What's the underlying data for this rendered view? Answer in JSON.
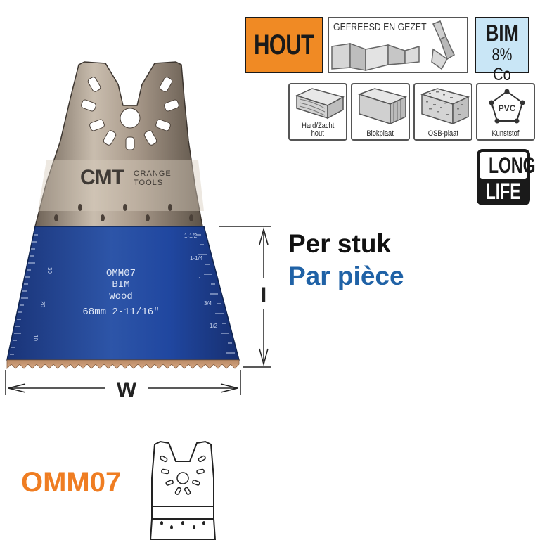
{
  "badges": {
    "material": "HOUT",
    "cut_types": "GEFREESD EN GEZET",
    "bim_line1": "BIM",
    "bim_line2": "8% Co",
    "long_line1": "LONG",
    "long_line2": "LIFE"
  },
  "materials": [
    {
      "label_l1": "Hard/Zacht",
      "label_l2": "hout",
      "icon": "hardwood-icon"
    },
    {
      "label_l1": "Blokplaat",
      "label_l2": "",
      "icon": "blockboard-icon"
    },
    {
      "label_l1": "OSB-plaat",
      "label_l2": "",
      "icon": "osb-board-icon"
    },
    {
      "label_l1": "Kunststof",
      "label_l2": "",
      "icon": "pvc-plastic-icon",
      "icon_text": "PVC"
    }
  ],
  "blade": {
    "brand": "CMT",
    "brand_sub1": "ORANGE",
    "brand_sub2": "TOOLS",
    "etch_line1": "OMM07",
    "etch_line2": "BIM",
    "etch_line3": "Wood",
    "etch_line4": "68mm  2-11/16\"",
    "left_scale": [
      "30",
      "20",
      "10"
    ],
    "right_scale": [
      "1-1/2",
      "1-1/4",
      "1",
      "3/4",
      "1/2"
    ]
  },
  "dimensions": {
    "width_label": "W",
    "length_label": "I"
  },
  "pricing": {
    "per_piece_nl": "Per stuk",
    "per_piece_fr": "Par pièce"
  },
  "product_code": "OMM07",
  "colors": {
    "orange": "#f08a24",
    "code_orange": "#ef7d22",
    "bim_blue": "#c9e6f6",
    "blade_blue": "#1f3f8e",
    "french_blue": "#2062a6",
    "steel": "#a89a88"
  }
}
